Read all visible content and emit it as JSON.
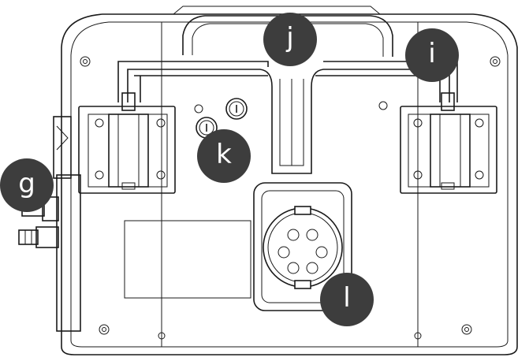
{
  "callouts": [
    {
      "id": "g",
      "label": "g",
      "color": "#3d3d3d"
    },
    {
      "id": "j",
      "label": "j",
      "color": "#3d3d3d"
    },
    {
      "id": "i",
      "label": "i",
      "color": "#3d3d3d"
    },
    {
      "id": "k",
      "label": "k",
      "color": "#3d3d3d"
    },
    {
      "id": "l",
      "label": "l",
      "color": "#3d3d3d"
    }
  ],
  "colors": {
    "outline": "#1a1a1a",
    "badge": "#3d3d3d",
    "background": "#ffffff"
  }
}
